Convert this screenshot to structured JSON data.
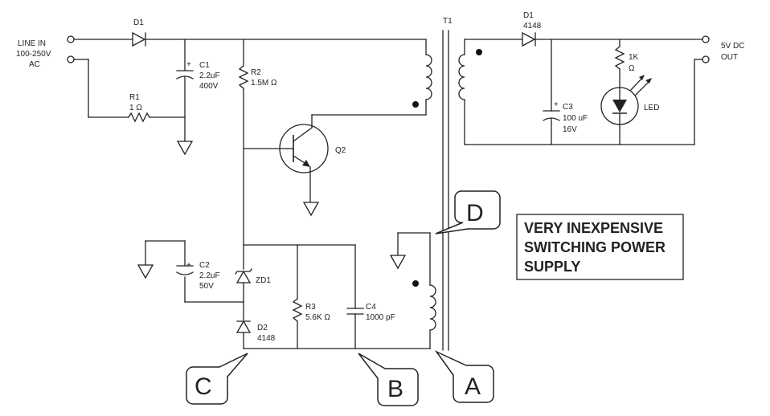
{
  "title_lines": [
    "VERY INEXPENSIVE",
    "SWITCHING POWER",
    "SUPPLY"
  ],
  "input": {
    "line1": "LINE IN",
    "line2": "100-250V",
    "line3": "AC"
  },
  "output": {
    "line1": "5V DC",
    "line2": "OUT"
  },
  "transformer": {
    "ref": "T1"
  },
  "components": {
    "d1_in": {
      "ref": "D1"
    },
    "c1": {
      "ref": "C1",
      "val1": "2.2uF",
      "val2": "400V",
      "pol": "+"
    },
    "r1": {
      "ref": "R1",
      "val": "1 Ω"
    },
    "r2": {
      "ref": "R2",
      "val": "1.5M Ω"
    },
    "q2": {
      "ref": "Q2"
    },
    "c2": {
      "ref": "C2",
      "val1": "2.2uF",
      "val2": "50V",
      "pol": "+"
    },
    "zd1": {
      "ref": "ZD1"
    },
    "d2": {
      "ref": "D2",
      "val": "4148"
    },
    "r3": {
      "ref": "R3",
      "val": "5.6K Ω"
    },
    "c4": {
      "ref": "C4",
      "val": "1000 pF"
    },
    "d1_out": {
      "ref": "D1",
      "val": "4148"
    },
    "c3": {
      "ref": "C3",
      "val1": "100 uF",
      "val2": "16V",
      "pol": "+"
    },
    "r_led": {
      "ref": "1K",
      "val": "Ω"
    },
    "led": {
      "ref": "LED"
    }
  },
  "callouts": {
    "a": "A",
    "b": "B",
    "c": "C",
    "d": "D"
  }
}
